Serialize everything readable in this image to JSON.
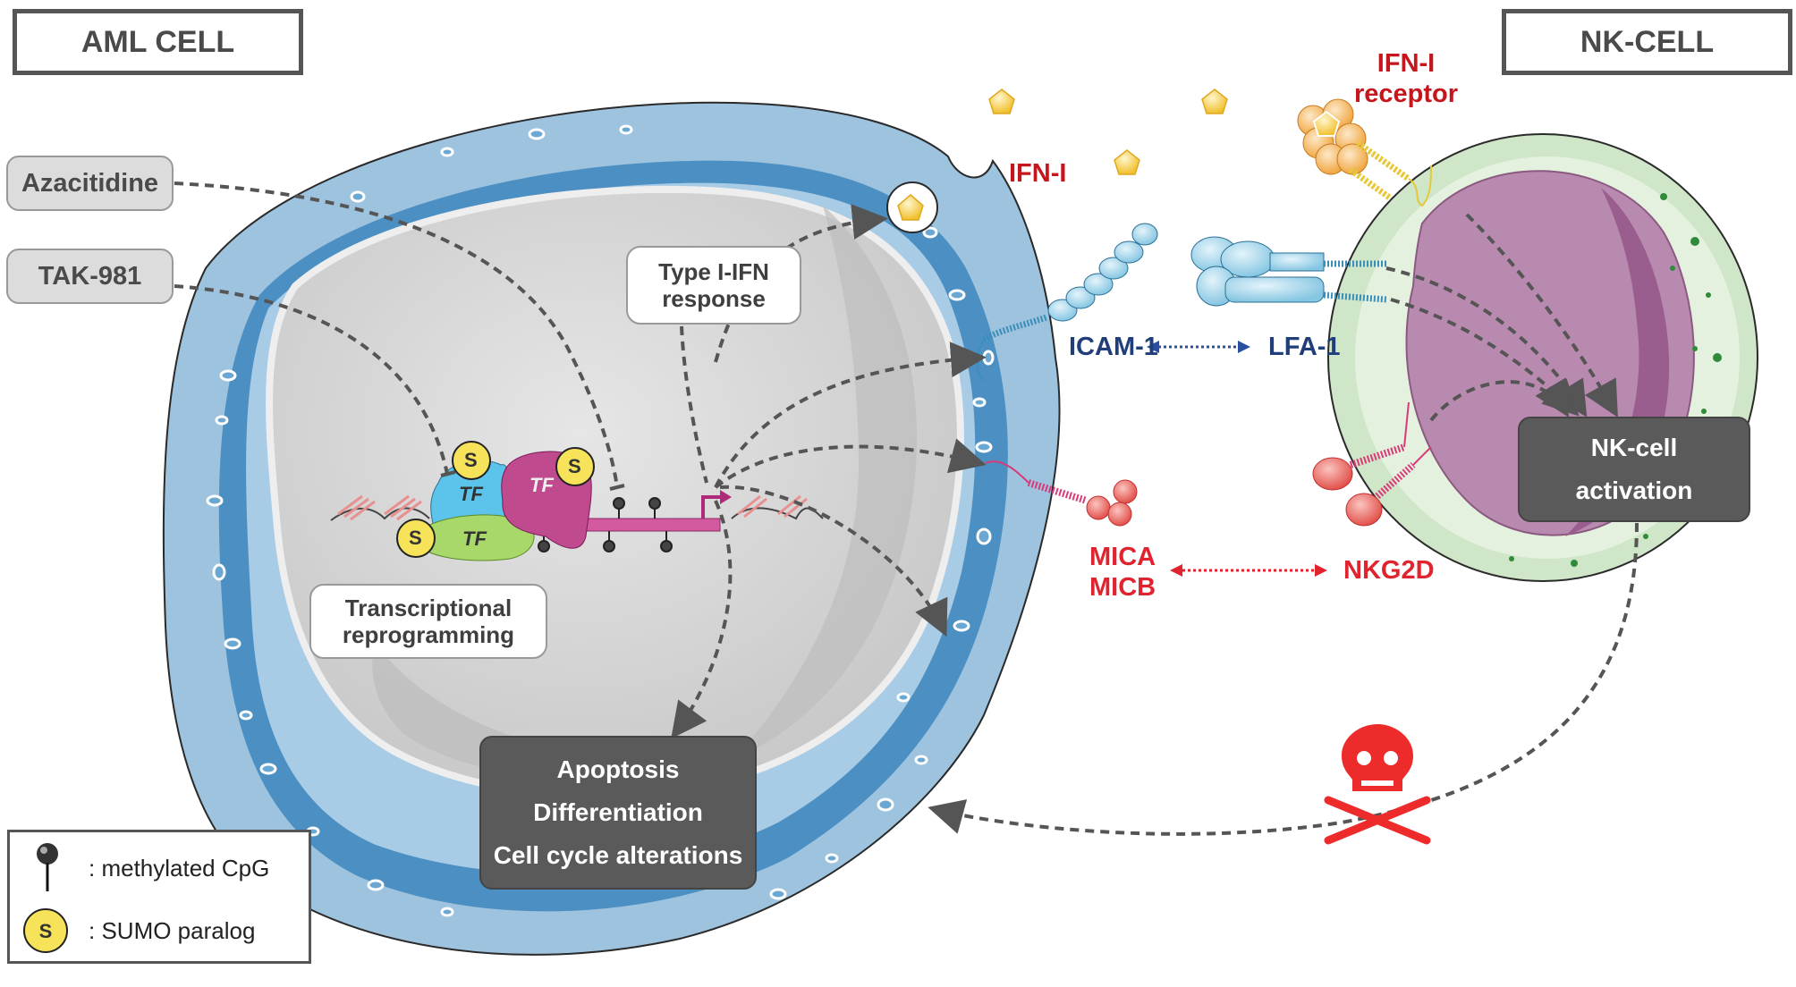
{
  "titles": {
    "aml_cell": "AML CELL",
    "nk_cell": "NK-CELL"
  },
  "drugs": [
    {
      "label": "Azacitidine"
    },
    {
      "label": "TAK-981"
    }
  ],
  "boxes": {
    "type_i_ifn": [
      "Type I-IFN",
      "response"
    ],
    "transcriptional": [
      "Transcriptional",
      "reprogramming"
    ],
    "outcomes": [
      "Apoptosis",
      "Differentiation",
      "Cell cycle alterations"
    ],
    "nk_activation": [
      "NK-cell",
      "activation"
    ]
  },
  "molecules": {
    "ifn_i": "IFN-I",
    "ifn_i_receptor": [
      "IFN-I",
      "receptor"
    ],
    "icam1": "ICAM-1",
    "lfa1": "LFA-1",
    "mica": "MICA",
    "micb": "MICB",
    "nkg2d": "NKG2D",
    "tf_label": "TF",
    "sumo_label": "S"
  },
  "legend": [
    {
      "icon": "methylated-cpg-icon",
      "text": ": methylated CpG"
    },
    {
      "icon": "sumo-icon",
      "symbol": "S",
      "text": ": SUMO paralog"
    }
  ],
  "colors": {
    "aml_outer": "#8fb8d8",
    "aml_inner_membrane": "#4a8fc2",
    "nucleus": "#d6d6d6",
    "nk_outer": "#cfe6c8",
    "nk_nucleus": "#b57aa6",
    "ifn_red": "#c4161c",
    "nkg2d_red": "#e0242f",
    "icam_navy": "#1f3e7a",
    "skull_red": "#ee2b2b",
    "ifn_pentagon": "#f3c93b",
    "sumo_yellow": "#f7e35a",
    "tf_blue": "#5cc4ea",
    "tf_green": "#a8d86a",
    "tf_magenta": "#c04a8e"
  }
}
